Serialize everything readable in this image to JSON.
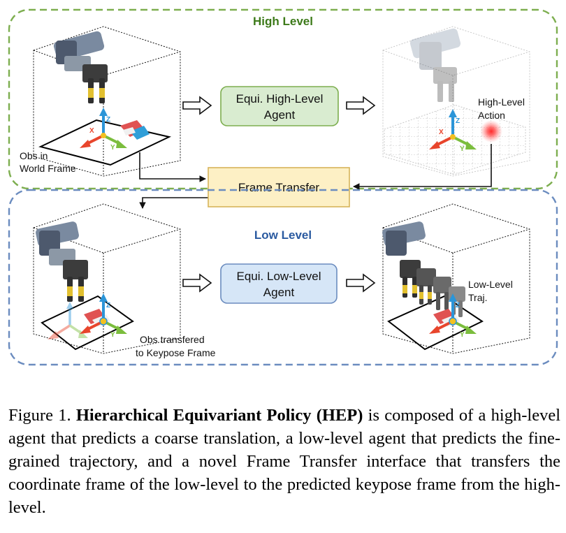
{
  "figure": {
    "high_level_title": "High Level",
    "low_level_title": "Low Level",
    "high_agent_label": [
      "Equi. High-Level",
      "Agent"
    ],
    "low_agent_label": [
      "Equi. Low-Level",
      "Agent"
    ],
    "frame_transfer_label": "Frame Transfer",
    "obs_world_label": [
      "Obs in",
      "World Frame"
    ],
    "high_action_label": [
      "High-Level",
      "Action"
    ],
    "low_traj_label": [
      "Low-Level",
      "Traj."
    ],
    "obs_keypose_label": [
      "Obs transfered",
      "to Keypose Frame"
    ],
    "axis_x": "X",
    "axis_y": "Y",
    "axis_z": "Z"
  },
  "caption": {
    "lead": "Figure 1. ",
    "bold": "Hierarchical Equivariant Policy (HEP)",
    "rest": " is composed of a high-level agent that predicts a coarse translation, a low-level agent that predicts the fine-grained trajectory, and a novel Frame Transfer interface that transfers the coordinate frame of the low-level to the predicted keypose frame from the high-level."
  },
  "colors": {
    "high_level_border": "#7dae4f",
    "high_level_title": "#3d7a1a",
    "low_level_border": "#6b8cbf",
    "low_level_title": "#2a5aa0",
    "high_agent_fill": "#d9ecd0",
    "low_agent_fill": "#d6e6f7",
    "frame_transfer_fill": "#fdf0c5",
    "frame_transfer_border": "#d7b45a",
    "axis_x": "#e8452c",
    "axis_y": "#7bbd3d",
    "axis_z": "#2b95d8",
    "action_point": "#e8252c"
  }
}
